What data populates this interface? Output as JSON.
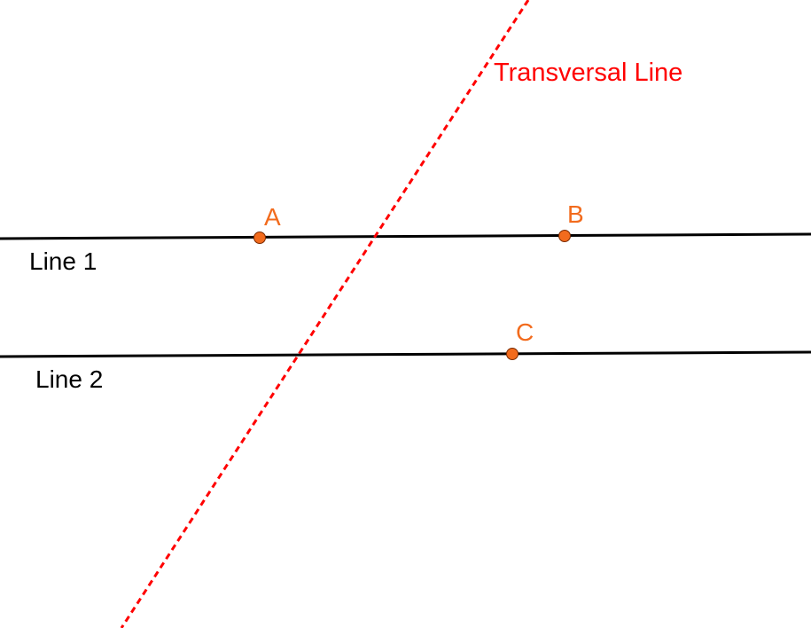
{
  "diagram": {
    "lines": [
      {
        "id": "line1",
        "label": "Line 1",
        "color": "#000000"
      },
      {
        "id": "line2",
        "label": "Line 2",
        "color": "#000000"
      }
    ],
    "transversal": {
      "label": "Transversal Line",
      "color": "#ff0000",
      "style": "dashed"
    },
    "points": [
      {
        "name": "A",
        "on": "line1"
      },
      {
        "name": "B",
        "on": "line1"
      },
      {
        "name": "C",
        "on": "line2"
      }
    ],
    "colors": {
      "point_fill": "#f26b1d",
      "point_label": "#f26b1d",
      "line_label": "#000000",
      "transversal": "#ff0000"
    }
  }
}
